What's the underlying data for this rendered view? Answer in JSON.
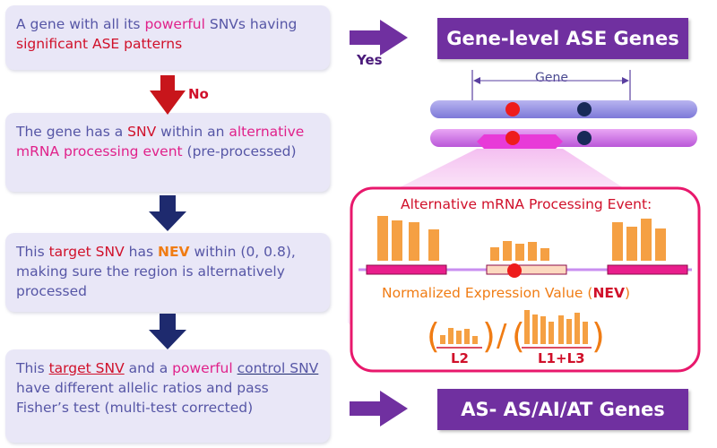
{
  "flow_boxes": [
    {
      "segments": [
        {
          "text": "A gene with all its ",
          "style": "plain"
        },
        {
          "text": "powerful",
          "style": "pink"
        },
        {
          "text": " SNVs having ",
          "style": "plain"
        },
        {
          "text": "significant ASE patterns",
          "style": "red"
        }
      ]
    },
    {
      "segments": [
        {
          "text": "The gene has a ",
          "style": "plain"
        },
        {
          "text": "SNV",
          "style": "red"
        },
        {
          "text": " within an ",
          "style": "plain"
        },
        {
          "text": "alternative mRNA processing event",
          "style": "pink"
        },
        {
          "text": " (pre-processed)",
          "style": "plain"
        }
      ]
    },
    {
      "segments": [
        {
          "text": "This ",
          "style": "plain"
        },
        {
          "text": "target SNV",
          "style": "red"
        },
        {
          "text": " has ",
          "style": "plain"
        },
        {
          "text": "NEV",
          "style": "orange"
        },
        {
          "text": " within (0, 0.8), making sure the region is alternatively processed",
          "style": "plain"
        }
      ]
    },
    {
      "segments": [
        {
          "text": "This ",
          "style": "plain"
        },
        {
          "text": "target SNV",
          "style": "red-underline"
        },
        {
          "text": " and a ",
          "style": "plain"
        },
        {
          "text": "powerful",
          "style": "pink"
        },
        {
          "text": " ",
          "style": "plain"
        },
        {
          "text": "control SNV",
          "style": "blue-underline"
        },
        {
          "text": " have different allelic ratios and pass Fisher’s test (multi-test corrected)",
          "style": "plain"
        }
      ]
    }
  ],
  "labels": {
    "yes": "Yes",
    "no": "No",
    "gene_level": "Gene-level ASE Genes",
    "as_genes": "AS- AS/AI/AT Genes",
    "gene": "Gene",
    "event_title": "Alternative mRNA Processing Event:",
    "nev_prefix": "Normalized Expression Value (",
    "nev_bold": "NEV",
    "nev_suffix": ")",
    "l2": "L2",
    "l1l3": "L1+L3"
  },
  "colors": {
    "box_bg": "#e9e7f7",
    "box_text": "#5656a6",
    "purple": "#7030a0",
    "red": "#d0102a",
    "pink": "#e0218a",
    "orange": "#f5a043",
    "navy": "#1e2a6e"
  }
}
